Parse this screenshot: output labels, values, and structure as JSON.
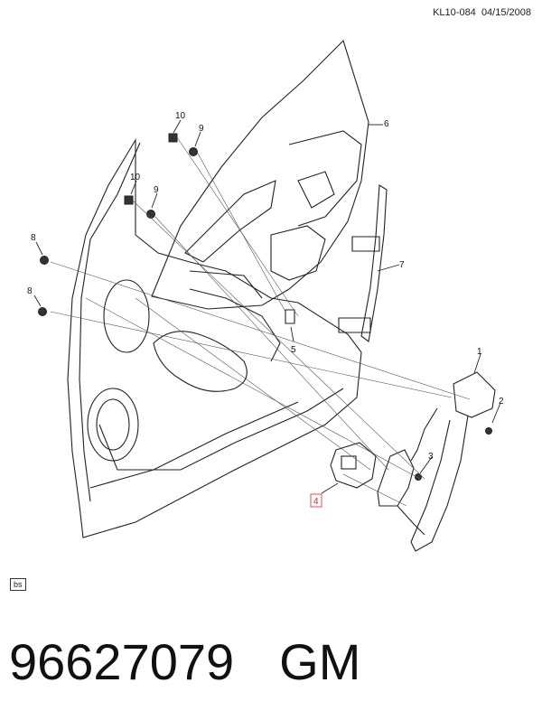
{
  "header": {
    "code": "KL10-084",
    "date": "04/15/2008"
  },
  "footer_tag": "bs",
  "part_number": "96627079",
  "manufacturer": "GM",
  "callouts": [
    {
      "label": "1"
    },
    {
      "label": "2"
    },
    {
      "label": "3"
    },
    {
      "label": "4",
      "highlight": true
    },
    {
      "label": "5"
    },
    {
      "label": "6"
    },
    {
      "label": "7"
    },
    {
      "label": "8"
    },
    {
      "label": "8"
    },
    {
      "label": "9"
    },
    {
      "label": "9"
    },
    {
      "label": "10"
    },
    {
      "label": "10"
    }
  ],
  "colors": {
    "line": "#222222",
    "highlight": "#e05050",
    "leader": "#555555"
  }
}
